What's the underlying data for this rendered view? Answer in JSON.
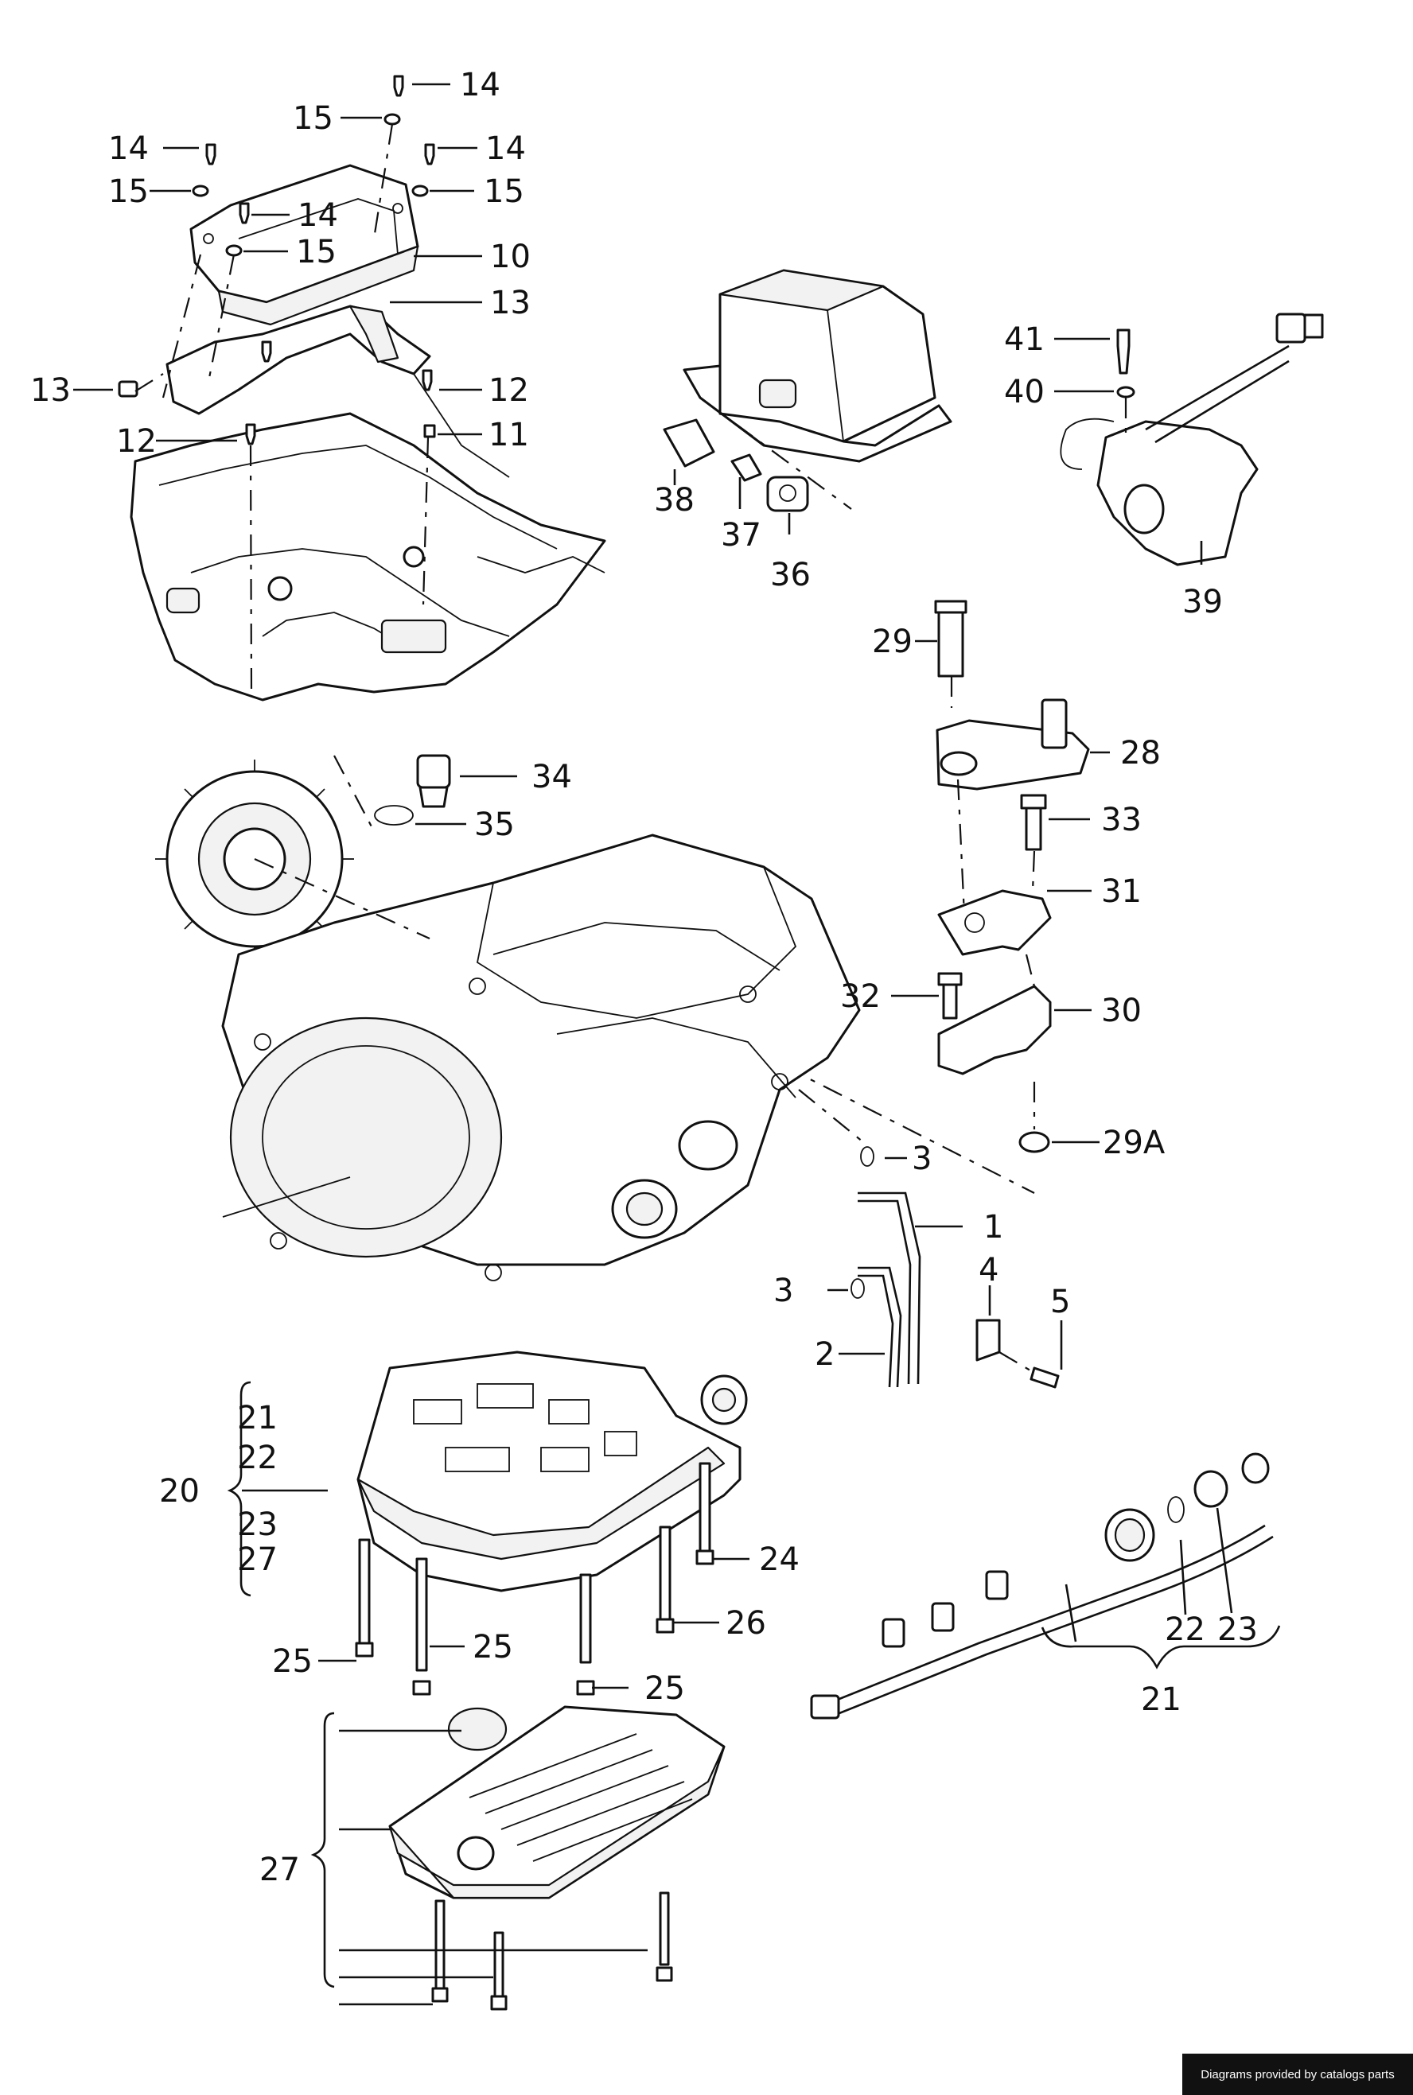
{
  "callouts": [
    {
      "id": "c14a",
      "label": "14"
    },
    {
      "id": "c15a",
      "label": "15"
    },
    {
      "id": "c14b",
      "label": "14"
    },
    {
      "id": "c14c",
      "label": "14"
    },
    {
      "id": "c15b",
      "label": "15"
    },
    {
      "id": "c15c",
      "label": "15"
    },
    {
      "id": "c14d",
      "label": "14"
    },
    {
      "id": "c15d",
      "label": "15"
    },
    {
      "id": "c10",
      "label": "10"
    },
    {
      "id": "c13a",
      "label": "13"
    },
    {
      "id": "c13b",
      "label": "13"
    },
    {
      "id": "c12a",
      "label": "12"
    },
    {
      "id": "c12b",
      "label": "12"
    },
    {
      "id": "c11",
      "label": "11"
    },
    {
      "id": "c41",
      "label": "41"
    },
    {
      "id": "c40",
      "label": "40"
    },
    {
      "id": "c38",
      "label": "38"
    },
    {
      "id": "c37",
      "label": "37"
    },
    {
      "id": "c36",
      "label": "36"
    },
    {
      "id": "c39",
      "label": "39"
    },
    {
      "id": "c29",
      "label": "29"
    },
    {
      "id": "c28",
      "label": "28"
    },
    {
      "id": "c34",
      "label": "34"
    },
    {
      "id": "c35",
      "label": "35"
    },
    {
      "id": "c33",
      "label": "33"
    },
    {
      "id": "c31",
      "label": "31"
    },
    {
      "id": "c32",
      "label": "32"
    },
    {
      "id": "c30",
      "label": "30"
    },
    {
      "id": "c29A",
      "label": "29A"
    },
    {
      "id": "c3a",
      "label": "3"
    },
    {
      "id": "c1",
      "label": "1"
    },
    {
      "id": "c4",
      "label": "4"
    },
    {
      "id": "c5",
      "label": "5"
    },
    {
      "id": "c3b",
      "label": "3"
    },
    {
      "id": "c2",
      "label": "2"
    },
    {
      "id": "c21a",
      "label": "21"
    },
    {
      "id": "c22a",
      "label": "22"
    },
    {
      "id": "c20",
      "label": "20"
    },
    {
      "id": "c23a",
      "label": "23"
    },
    {
      "id": "c27a",
      "label": "27"
    },
    {
      "id": "c24",
      "label": "24"
    },
    {
      "id": "c26",
      "label": "26"
    },
    {
      "id": "c25a",
      "label": "25"
    },
    {
      "id": "c25b",
      "label": "25"
    },
    {
      "id": "c25c",
      "label": "25"
    },
    {
      "id": "c22b",
      "label": "22"
    },
    {
      "id": "c23b",
      "label": "23"
    },
    {
      "id": "c21b",
      "label": "21"
    },
    {
      "id": "c27b",
      "label": "27"
    }
  ],
  "footer": {
    "text": "Diagrams provided by catalogs parts"
  }
}
